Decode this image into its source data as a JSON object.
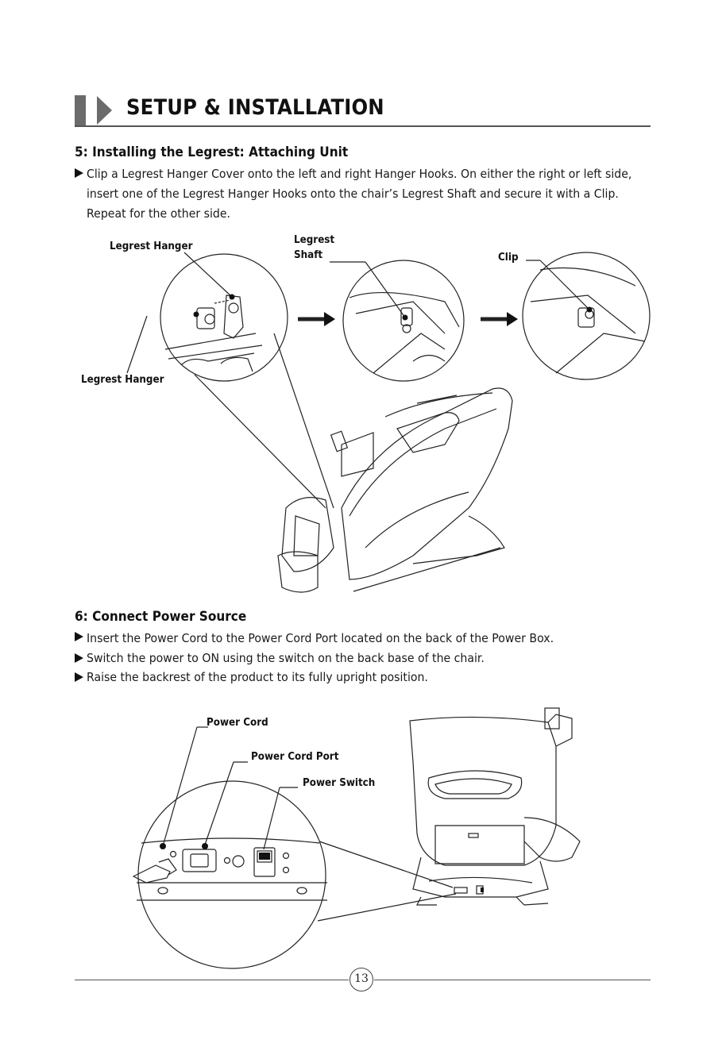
{
  "header": {
    "title": "SETUP & INSTALLATION"
  },
  "section5": {
    "title": "5: Installing the Legrest: Attaching Unit",
    "lines": [
      "Clip a Legrest Hanger Cover onto the left and right Hanger Hooks. On either the right or left side,",
      "insert one of the Legrest Hanger Hooks onto the chair’s Legrest Shaft and secure it with a Clip.",
      "Repeat for the other side."
    ],
    "labels": {
      "legrest_hanger_top": "Legrest Hanger",
      "legrest_shaft_1": "Legrest",
      "legrest_shaft_2": "Shaft",
      "clip": "Clip",
      "legrest_hanger_bottom": "Legrest Hanger"
    }
  },
  "section6": {
    "title": "6: Connect Power Source",
    "bullets": [
      "Insert the Power Cord to the Power Cord Port located on the back of the Power Box.",
      "Switch the power to ON using the switch on the back base of the chair.",
      "Raise the backrest of the product to its fully upright position."
    ],
    "labels": {
      "power_cord": "Power Cord",
      "power_cord_port": "Power Cord Port",
      "power_switch": "Power Switch"
    }
  },
  "footer": {
    "page_number": "13"
  }
}
